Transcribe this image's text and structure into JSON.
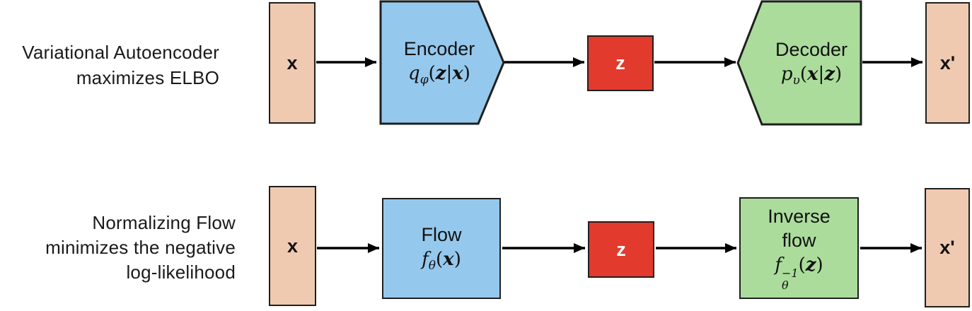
{
  "colors": {
    "input_output_fill": "#EFCAB1",
    "encoder_flow_fill": "#95C8ED",
    "decoder_inverse_fill": "#ABDC9C",
    "latent_fill": "#E23A2C",
    "shape_border": "#1f1f1f",
    "arrow": "#000000",
    "text": "#1a1a1a",
    "latent_text": "#ffffff"
  },
  "vae": {
    "caption": [
      "Variational Autoencoder",
      "maximizes ELBO"
    ],
    "input_label": "x",
    "encoder": {
      "title": "Encoder",
      "math": {
        "base": "q",
        "sub": "φ",
        "open": "(",
        "arg1": "z",
        "bar": "|",
        "arg2": "x",
        "close": ")"
      }
    },
    "latent_label": "z",
    "decoder": {
      "title": "Decoder",
      "math": {
        "base": "p",
        "sub": "υ",
        "open": "(",
        "arg1": "x",
        "bar": "|",
        "arg2": "z",
        "close": ")"
      }
    },
    "output_label": "x'"
  },
  "nf": {
    "caption": [
      "Normalizing Flow",
      "minimizes the negative",
      "log-likelihood"
    ],
    "input_label": "x",
    "flow": {
      "title": "Flow",
      "math": {
        "base": "f",
        "sub": "θ",
        "open": "(",
        "arg1": "x",
        "close": ")"
      }
    },
    "latent_label": "z",
    "inverse": {
      "title_line1": "Inverse",
      "title_line2": "flow",
      "math": {
        "base": "f",
        "sup": "−1",
        "sub": "θ",
        "open": "(",
        "arg1": "z",
        "close": ")"
      }
    },
    "output_label": "x'"
  }
}
